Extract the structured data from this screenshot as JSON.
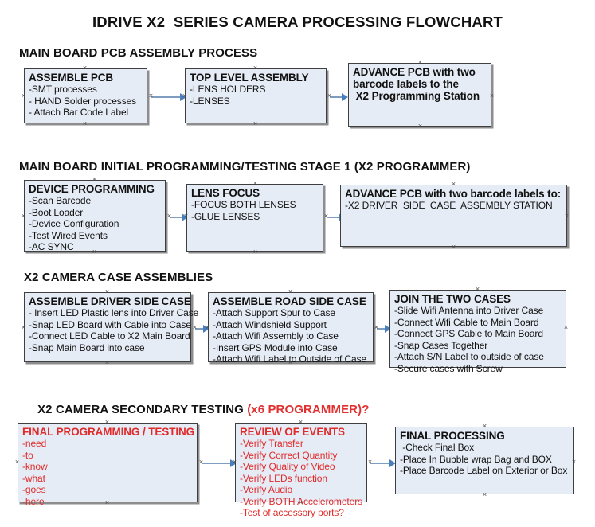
{
  "title": "IDRIVE X2  SERIES CAMERA PROCESSING FLOWCHART",
  "accent_color": "#e02b2b",
  "box_fill": "#e6ecf5",
  "box_border": "#3f3f3f",
  "connector_color": "#7f9dc0",
  "sections": [
    {
      "id": "main-board-pcb-assembly",
      "heading": "MAIN BOARD PCB ASSEMBLY PROCESS",
      "heading_accent": "",
      "boxes": [
        {
          "id": "assemble-pcb",
          "title": "ASSEMBLE PCB",
          "lines": [
            "-SMT processes",
            "- HAND Solder processes",
            "- Attach Bar Code Label"
          ]
        },
        {
          "id": "top-level-assembly",
          "title": "TOP LEVEL ASSEMBLY",
          "lines": [
            "-LENS HOLDERS",
            "-LENSES"
          ]
        },
        {
          "id": "advance-pcb-x2-programming",
          "title": "ADVANCE PCB with two",
          "title_lines": [
            "ADVANCE PCB with two",
            "barcode labels to the",
            " X2 Programming Station"
          ],
          "lines": []
        }
      ]
    },
    {
      "id": "main-board-initial-programming",
      "heading": "MAIN BOARD INITIAL PROGRAMMING/TESTING STAGE 1 (X2 PROGRAMMER)",
      "heading_accent": "",
      "boxes": [
        {
          "id": "device-programming",
          "title": "DEVICE PROGRAMMING",
          "lines": [
            "-Scan Barcode",
            "-Boot Loader",
            "-Device Configuration",
            "-Test Wired Events",
            "-AC SYNC"
          ]
        },
        {
          "id": "lens-focus",
          "title": "LENS FOCUS",
          "lines": [
            "-FOCUS BOTH LENSES",
            "-GLUE LENSES"
          ]
        },
        {
          "id": "advance-pcb-driver-side",
          "title": "ADVANCE PCB with two barcode labels to:",
          "lines": [
            "-X2 DRIVER  SIDE  CASE  ASSEMBLY STATION"
          ]
        }
      ]
    },
    {
      "id": "x2-camera-case-assemblies",
      "heading": "X2 CAMERA CASE ASSEMBLIES",
      "heading_accent": "",
      "boxes": [
        {
          "id": "assemble-driver-side-case",
          "title": "ASSEMBLE DRIVER SIDE CASE",
          "lines": [
            "- Insert LED Plastic lens into Driver Case",
            "-Snap LED Board with Cable into Case",
            "-Connect LED Cable to X2 Main Board",
            "-Snap Main Board into case"
          ]
        },
        {
          "id": "assemble-road-side-case",
          "title": "ASSEMBLE ROAD SIDE CASE",
          "lines": [
            "-Attach Support Spur to Case",
            "-Attach Windshield Support",
            "-Attach Wifi Assembly to Case",
            "-Insert GPS Module into Case",
            "-Attach Wifi Label to Outside of Case"
          ]
        },
        {
          "id": "join-the-two-cases",
          "title": "JOIN THE TWO CASES",
          "lines": [
            "-Slide Wifi Antenna into Driver Case",
            "-Connect Wifi Cable to Main Board",
            "-Connect GPS Cable to Main Board",
            "-Snap Cases Together",
            "-Attach S/N Label to outside of case",
            "-Secure cases with Screw"
          ]
        }
      ]
    },
    {
      "id": "x2-camera-secondary-testing",
      "heading": "X2 CAMERA SECONDARY TESTING ",
      "heading_accent": "(x6 PROGRAMMER)?",
      "boxes": [
        {
          "id": "final-programming-testing",
          "title": "FINAL PROGRAMMING / TESTING",
          "lines": [
            "-need",
            "-to",
            "-know",
            "-what",
            "-goes",
            "-here"
          ]
        },
        {
          "id": "review-of-events",
          "title": "REVIEW OF EVENTS",
          "lines": [
            "-Verify Transfer",
            "-Verify Correct Quantity",
            "-Verify Quality of Video",
            "-Verify LEDs function",
            "-Verify Audio",
            "-Verify BOTH Accelerometers",
            "-Test of accessory ports?"
          ]
        },
        {
          "id": "final-processing",
          "title": "FINAL PROCESSING",
          "lines": [
            " -Check Final Box",
            "-Place In Bubble wrap Bag and BOX",
            "-Place Barcode Label on Exterior or Box"
          ]
        }
      ]
    }
  ]
}
